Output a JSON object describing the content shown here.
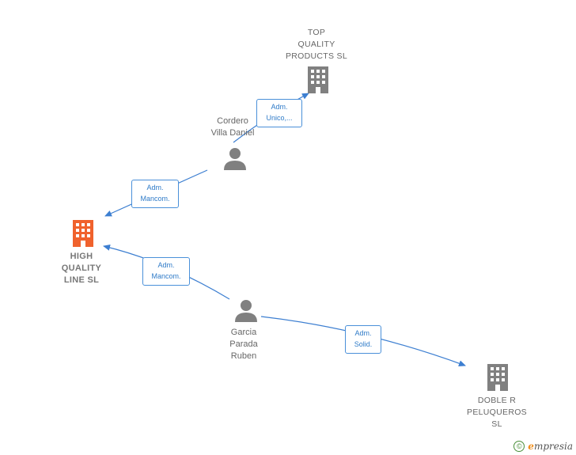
{
  "nodes": {
    "top_quality": {
      "label": "TOP\nQUALITY\nPRODUCTS SL"
    },
    "high_quality": {
      "label": "HIGH\nQUALITY\nLINE SL"
    },
    "doble_r": {
      "label": "DOBLE R\nPELUQUEROS\nSL"
    },
    "cordero": {
      "label": "Cordero\nVilla Daniel"
    },
    "garcia": {
      "label": "Garcia\nParada\nRuben"
    }
  },
  "relations": {
    "cordero_top": {
      "line1": "Adm.",
      "line2": "Unico,..."
    },
    "cordero_high": {
      "line1": "Adm.",
      "line2": "Mancom."
    },
    "garcia_high": {
      "line1": "Adm.",
      "line2": "Mancom."
    },
    "garcia_doble": {
      "line1": "Adm.",
      "line2": "Solid."
    }
  },
  "footer": {
    "copyright_symbol": "©",
    "brand_first": "e",
    "brand_rest": "mpresia"
  },
  "colors": {
    "edge": "#3d7fd1",
    "company": "#808080",
    "main_company": "#f0622d",
    "person": "#808080"
  }
}
